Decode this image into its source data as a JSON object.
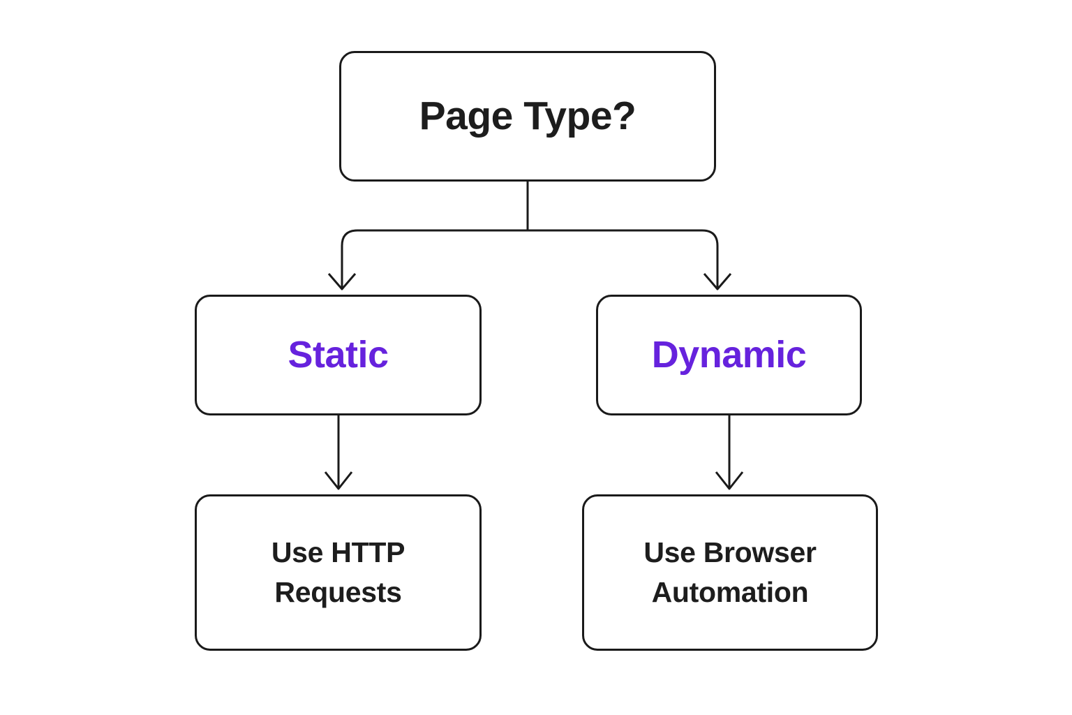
{
  "diagram": {
    "type": "flowchart",
    "title": "Page Type decision flow",
    "background_color": "#ffffff",
    "stroke_color": "#1a1a1a",
    "text_color": "#1d1d1d",
    "accent_color": "#6622dd"
  },
  "nodes": {
    "root": {
      "id": "root",
      "label": "Page Type?",
      "shape": "rounded-rectangle",
      "role": "decision"
    },
    "static": {
      "id": "static",
      "label": "Static",
      "shape": "rounded-rectangle",
      "role": "branch",
      "color": "#6622dd"
    },
    "dynamic": {
      "id": "dynamic",
      "label": "Dynamic",
      "shape": "rounded-rectangle",
      "role": "branch",
      "color": "#6622dd"
    },
    "http": {
      "id": "http",
      "label": "Use HTTP\nRequests",
      "line1": "Use HTTP",
      "line2": "Requests",
      "shape": "rounded-rectangle",
      "role": "outcome"
    },
    "browser": {
      "id": "browser",
      "label": "Use Browser\nAutomation",
      "line1": "Use Browser",
      "line2": "Automation",
      "shape": "rounded-rectangle",
      "role": "outcome"
    }
  },
  "edges": [
    {
      "id": "root-to-static",
      "from": "root",
      "to": "static",
      "style": "orthogonal",
      "arrowhead": "chevron"
    },
    {
      "id": "root-to-dynamic",
      "from": "root",
      "to": "dynamic",
      "style": "orthogonal",
      "arrowhead": "chevron"
    },
    {
      "id": "static-to-http",
      "from": "static",
      "to": "http",
      "style": "straight",
      "arrowhead": "chevron"
    },
    {
      "id": "dynamic-to-browser",
      "from": "dynamic",
      "to": "browser",
      "style": "straight",
      "arrowhead": "chevron"
    }
  ]
}
